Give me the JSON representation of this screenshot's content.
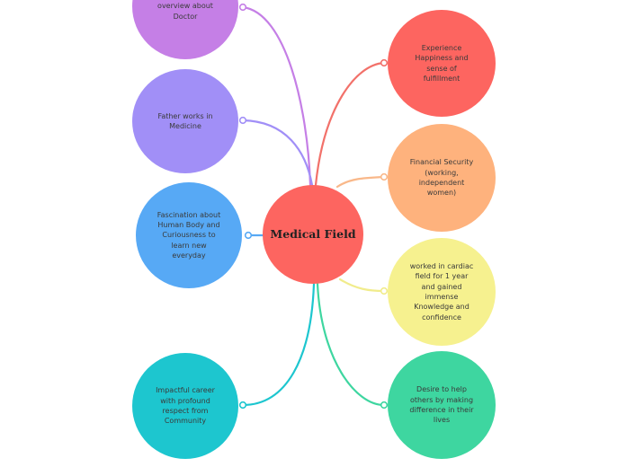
{
  "central_topic": {
    "label": "Medical Field",
    "color": "#fd6560"
  },
  "branches": [
    {
      "id": "observation",
      "label": "Observation and\noverview about\nDoctor",
      "color": "#c57fe6",
      "line_color": "#c57fe6"
    },
    {
      "id": "father",
      "label": "Father works in\nMedicine",
      "color": "#a18ff7",
      "line_color": "#a18ff7"
    },
    {
      "id": "fascination",
      "label": "Fascination about\nHuman Body and\nCuriousness to\nlearn new\neveryday",
      "color": "#57a9f5",
      "line_color": "#57a9f5"
    },
    {
      "id": "impactful",
      "label": "Impactful career\nwith profound\nrespect from\nCommunity",
      "color": "#1dc6cf",
      "line_color": "#1dc6cf"
    },
    {
      "id": "experience",
      "label": "Experience\nHappiness and\nsense of\nfulfillment",
      "color": "#fd6560",
      "line_color": "#f2716a"
    },
    {
      "id": "financial",
      "label": "Financial Security\n(working,\nindependent\nwomen)",
      "color": "#feb27d",
      "line_color": "#f9b88a"
    },
    {
      "id": "cardiac",
      "label": "worked in cardiac\nfield for 1 year\nand gained\nimmense\nKnowledge and\nconfidence",
      "color": "#f6f18f",
      "line_color": "#f1ec8c"
    },
    {
      "id": "desire",
      "label": "Desire to help\nothers by making\ndifference in their\nlives",
      "color": "#3ed6a0",
      "line_color": "#3ed6a0"
    }
  ]
}
